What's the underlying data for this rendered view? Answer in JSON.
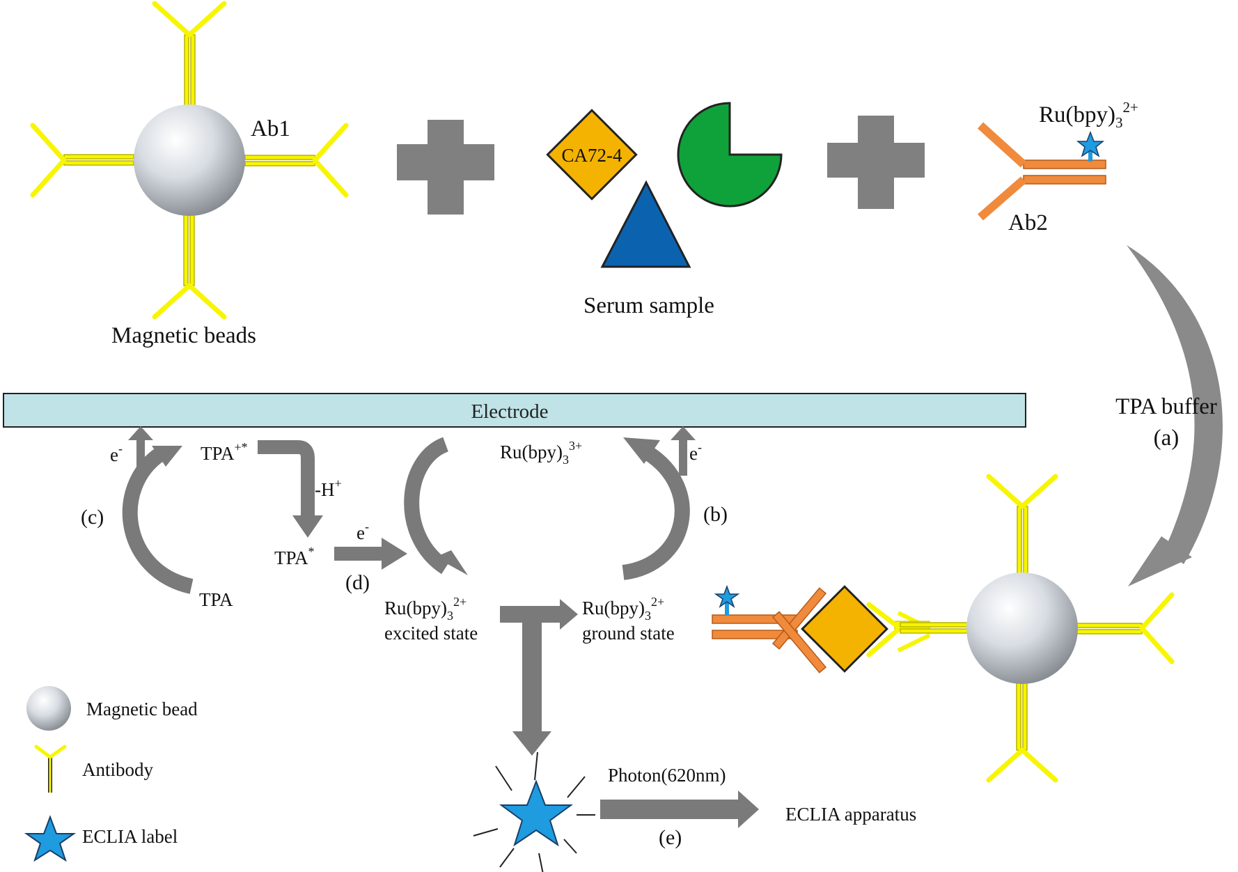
{
  "colors": {
    "antibody_yellow": "#f7f500",
    "antibody_outline": "#b9b400",
    "ab2_orange": "#f08a3c",
    "antigen_orange": "#f5b301",
    "green_shape": "#0fa23a",
    "blue_shape": "#0b63b0",
    "star_blue": "#1f9be0",
    "gray_arrow": "#7a7a7a",
    "electrode_fill": "#bfe3e6"
  },
  "top": {
    "beads_label": "Magnetic beads",
    "ab1_label": "Ab1",
    "antigen_label": "CA72-4",
    "serum_label": "Serum sample",
    "ab2_label": "Ab2",
    "ru_label": {
      "base": "Ru(bpy)",
      "sub": "3",
      "sup": "2+"
    }
  },
  "side": {
    "tpa_buffer": "TPA buffer",
    "a": "(a)"
  },
  "electrode": {
    "label": "Electrode"
  },
  "cycle": {
    "e_left": {
      "base": "e",
      "sup": "-"
    },
    "tpa_rad": {
      "base": "TPA",
      "sup": "+*"
    },
    "minus_h": {
      "base": "-H",
      "sup": "+"
    },
    "c": "(c)",
    "tpa_star": {
      "base": "TPA",
      "sup": "*"
    },
    "tpa": "TPA",
    "e_mid": {
      "base": "e",
      "sup": "-"
    },
    "d": "(d)",
    "ru3": {
      "base": "Ru(bpy)",
      "sub": "3",
      "sup": "3+"
    },
    "e_right": {
      "base": "e",
      "sup": "-"
    },
    "b": "(b)",
    "ru_excited": {
      "base": "Ru(bpy)",
      "sub": "3",
      "sup": "2+",
      "line2": "excited state"
    },
    "ru_ground": {
      "base": "Ru(bpy)",
      "sub": "3",
      "sup": "2+",
      "line2": "ground state"
    }
  },
  "emission": {
    "photon": "Photon(620nm)",
    "apparatus": "ECLIA apparatus",
    "e": "(e)"
  },
  "legend": {
    "items": [
      {
        "icon": "magnetic-bead-icon",
        "label": "Magnetic bead"
      },
      {
        "icon": "antibody-icon",
        "label": "Antibody"
      },
      {
        "icon": "star-icon",
        "label": "ECLIA label"
      }
    ]
  }
}
